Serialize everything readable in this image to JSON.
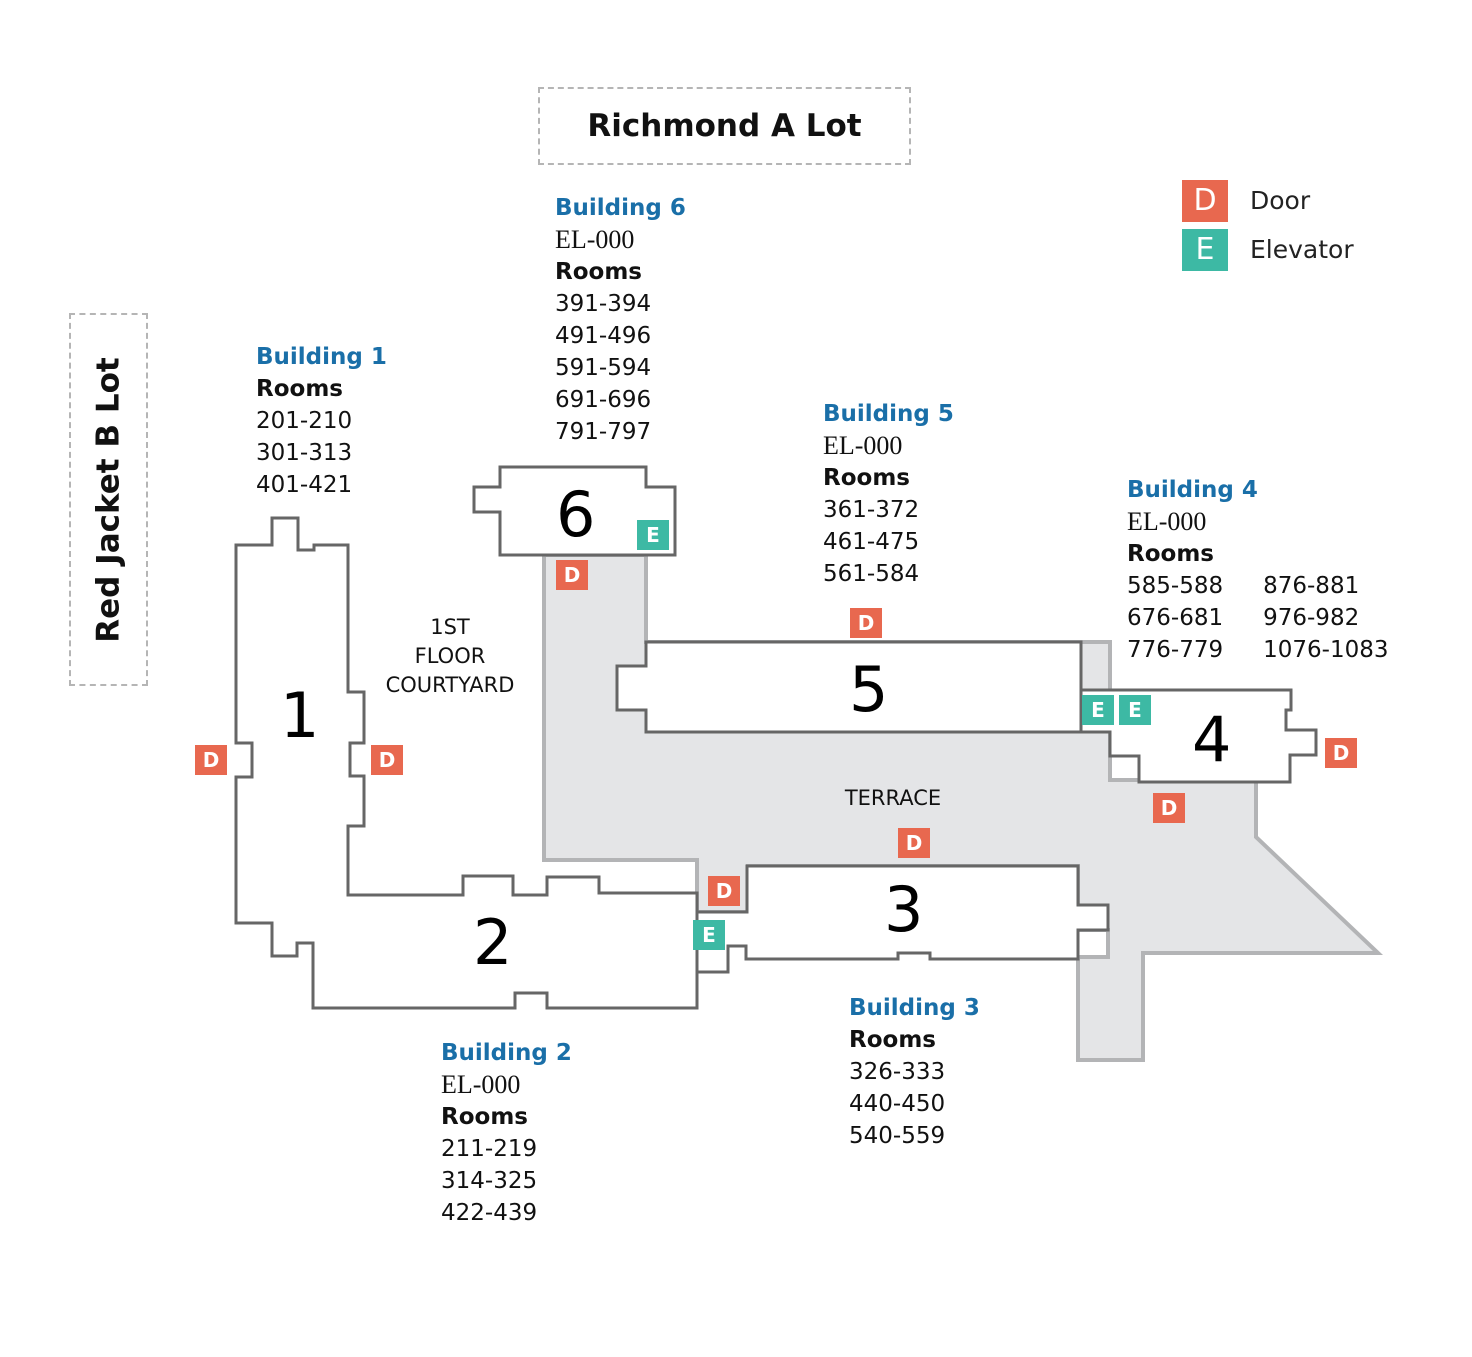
{
  "lots": {
    "richmond": "Richmond A Lot",
    "red_jacket": "Red Jacket B Lot"
  },
  "legend": {
    "door_symbol": "D",
    "door_label": "Door",
    "elevator_symbol": "E",
    "elevator_label": "Elevator",
    "door_color": "#e8684f",
    "elevator_color": "#3db9a4"
  },
  "colors": {
    "building_title": "#1a6fa8",
    "terrace_fill": "#e4e5e7",
    "terrace_stroke": "#b3b4b6",
    "building_stroke": "#666666"
  },
  "areas": {
    "courtyard": [
      "1ST",
      "FLOOR",
      "COURTYARD"
    ],
    "terrace": "TERRACE"
  },
  "buildings": {
    "b1": {
      "title": "Building 1",
      "number": "1",
      "rooms_heading": "Rooms",
      "rooms": [
        "201-210",
        "301-313",
        "401-421"
      ]
    },
    "b2": {
      "title": "Building 2",
      "number": "2",
      "el": "EL-000",
      "rooms_heading": "Rooms",
      "rooms": [
        "211-219",
        "314-325",
        "422-439"
      ]
    },
    "b3": {
      "title": "Building 3",
      "number": "3",
      "rooms_heading": "Rooms",
      "rooms": [
        "326-333",
        "440-450",
        "540-559"
      ]
    },
    "b4": {
      "title": "Building 4",
      "number": "4",
      "el": "EL-000",
      "rooms_heading": "Rooms",
      "rooms_col1": [
        "585-588",
        "676-681",
        "776-779"
      ],
      "rooms_col2": [
        "876-881",
        "976-982",
        "1076-1083"
      ]
    },
    "b5": {
      "title": "Building 5",
      "number": "5",
      "el": "EL-000",
      "rooms_heading": "Rooms",
      "rooms": [
        "361-372",
        "461-475",
        "561-584"
      ]
    },
    "b6": {
      "title": "Building 6",
      "number": "6",
      "el": "EL-000",
      "rooms_heading": "Rooms",
      "rooms": [
        "391-394",
        "491-496",
        "591-594",
        "691-696",
        "791-797"
      ]
    }
  },
  "markers": {
    "door": "D",
    "elevator": "E"
  }
}
